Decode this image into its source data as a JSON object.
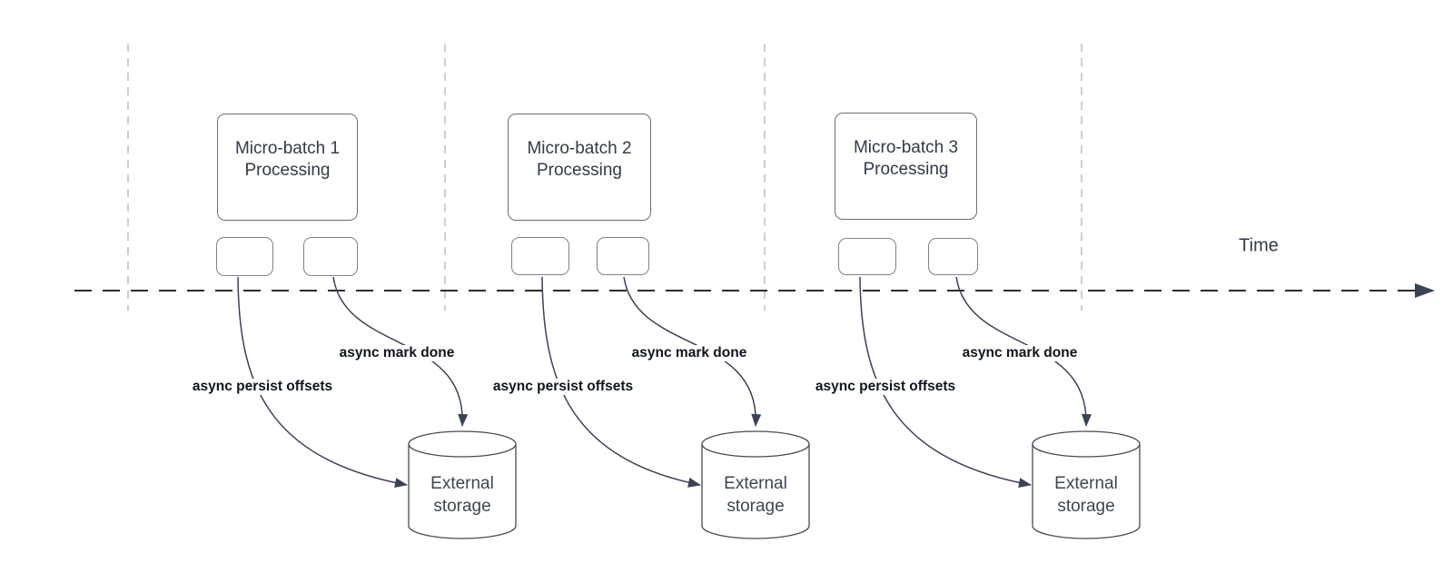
{
  "timeline": {
    "label": "Time"
  },
  "groups": [
    {
      "box_title": "Micro-batch 1\nProcessing",
      "persist_label": "async persist offsets",
      "mark_done_label": "async mark done",
      "storage_label": "External\nstorage"
    },
    {
      "box_title": "Micro-batch 2\nProcessing",
      "persist_label": "async persist offsets",
      "mark_done_label": "async mark done",
      "storage_label": "External\nstorage"
    },
    {
      "box_title": "Micro-batch 3\nProcessing",
      "persist_label": "async persist offsets",
      "mark_done_label": "async mark done",
      "storage_label": "External\nstorage"
    }
  ],
  "colors": {
    "background": "#ffffff",
    "curve": "#3b4252",
    "guide": "#b4b4b4",
    "timeline": "#2c2c2c",
    "box_border": "#68707c",
    "small_rect_border": "#7d828b",
    "cylinder_stroke": "#454c54",
    "box_text": "#333a45",
    "storage_text": "#3f4650",
    "label_text": "#10151d"
  }
}
